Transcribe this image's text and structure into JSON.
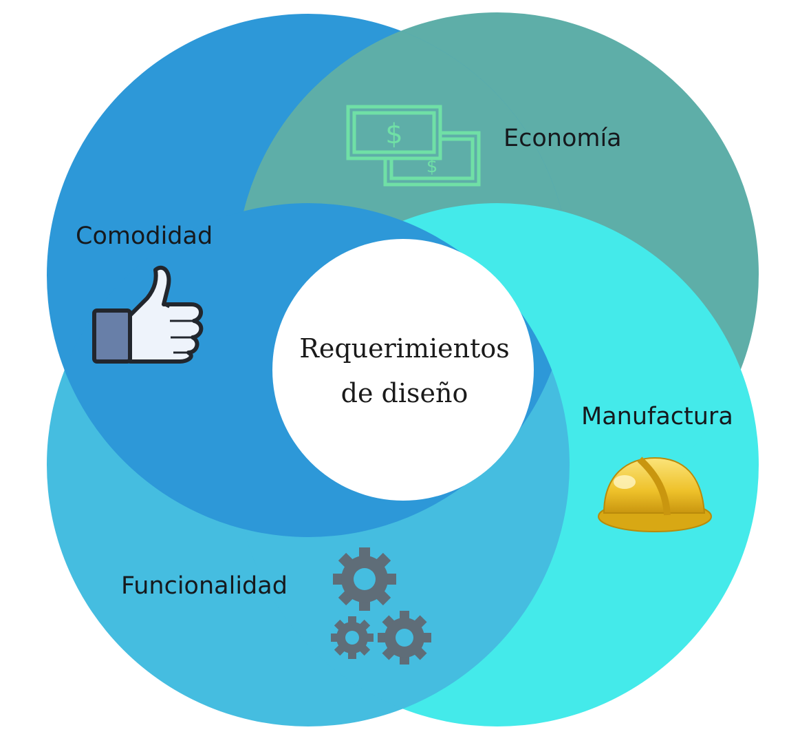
{
  "center": {
    "line1": "Requerimientos",
    "line2": "de diseño"
  },
  "segments": [
    {
      "label": "Comodidad",
      "color": "#2d98d8",
      "icon": "thumbs-up-icon"
    },
    {
      "label": "Economía",
      "color": "#5eaea8",
      "icon": "money-bills-icon"
    },
    {
      "label": "Manufactura",
      "color": "#44eaea",
      "icon": "hard-hat-icon"
    },
    {
      "label": "Funcionalidad",
      "color": "#45bde0",
      "icon": "gears-icon"
    }
  ]
}
